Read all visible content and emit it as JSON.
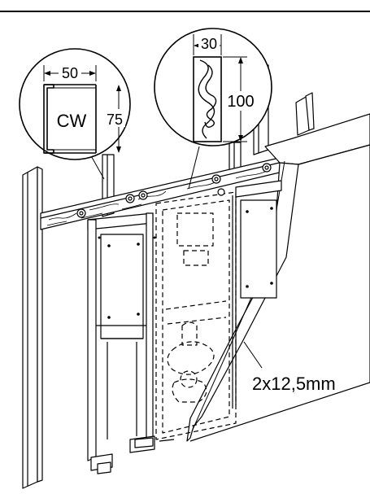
{
  "detail_profile": {
    "width_label": "50",
    "profile_label": "CW",
    "depth_label": "75"
  },
  "detail_timber": {
    "width_label": "30",
    "height_label": "100"
  },
  "board_label": "2x12,5mm"
}
